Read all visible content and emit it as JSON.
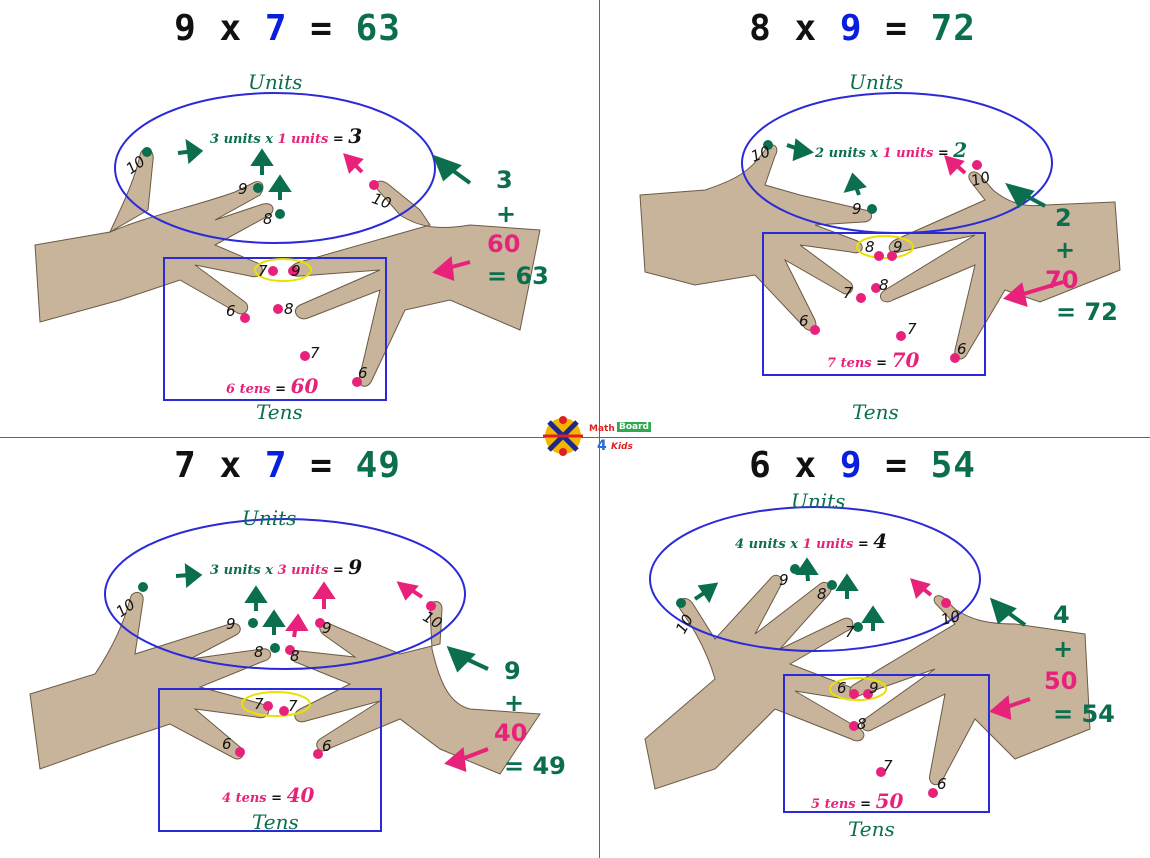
{
  "quadrants": [
    {
      "title": {
        "a": "9",
        "b": "7",
        "result": "63"
      },
      "units_label": "Units",
      "tens_label": "Tens",
      "units_eq": {
        "left_num": "3",
        "left_word": "units",
        "x": "x",
        "right_num": "1",
        "right_word": "units",
        "eq": "=",
        "result": "3"
      },
      "tens_eq": {
        "num": "6",
        "word": "tens",
        "eq": "=",
        "result": "60"
      },
      "side": {
        "units": "3",
        "plus": "+",
        "tens": "60",
        "total": "= 63"
      },
      "fingers_left": [
        "10",
        "9",
        "8"
      ],
      "fingers_right": [
        "10"
      ],
      "fingers_tens": [
        "7",
        "9",
        "6",
        "8",
        "7",
        "6"
      ]
    },
    {
      "title": {
        "a": "8",
        "b": "9",
        "result": "72"
      },
      "units_label": "Units",
      "tens_label": "Tens",
      "units_eq": {
        "left_num": "2",
        "left_word": "units",
        "x": "x",
        "right_num": "1",
        "right_word": "units",
        "eq": "=",
        "result": "2"
      },
      "tens_eq": {
        "num": "7",
        "word": "tens",
        "eq": "=",
        "result": "70"
      },
      "side": {
        "units": "2",
        "plus": "+",
        "tens": "70",
        "total": "= 72"
      },
      "fingers_left": [
        "10",
        "9"
      ],
      "fingers_right": [
        "10"
      ],
      "fingers_tens": [
        "8",
        "9",
        "7",
        "8",
        "6",
        "7",
        "6"
      ]
    },
    {
      "title": {
        "a": "7",
        "b": "7",
        "result": "49"
      },
      "units_label": "Units",
      "tens_label": "Tens",
      "units_eq": {
        "left_num": "3",
        "left_word": "units",
        "x": "x",
        "right_num": "3",
        "right_word": "units",
        "eq": "=",
        "result": "9"
      },
      "tens_eq": {
        "num": "4",
        "word": "tens",
        "eq": "=",
        "result": "40"
      },
      "side": {
        "units": "9",
        "plus": "+",
        "tens": "40",
        "total": "= 49"
      },
      "fingers_left": [
        "10",
        "9",
        "8"
      ],
      "fingers_right": [
        "10",
        "9",
        "8"
      ],
      "fingers_tens": [
        "7",
        "7",
        "6",
        "6"
      ]
    },
    {
      "title": {
        "a": "6",
        "b": "9",
        "result": "54"
      },
      "units_label": "Units",
      "tens_label": "Tens",
      "units_eq": {
        "left_num": "4",
        "left_word": "units",
        "x": "x",
        "right_num": "1",
        "right_word": "units",
        "eq": "=",
        "result": "4"
      },
      "tens_eq": {
        "num": "5",
        "word": "tens",
        "eq": "=",
        "result": "50"
      },
      "side": {
        "units": "4",
        "plus": "+",
        "tens": "50",
        "total": "= 54"
      },
      "fingers_left": [
        "10",
        "9",
        "8",
        "7"
      ],
      "fingers_right": [
        "10"
      ],
      "fingers_tens": [
        "6",
        "9",
        "8",
        "7",
        "6"
      ]
    }
  ],
  "logo": {
    "line1a": "Math",
    "line1b": "Board",
    "line2a": "4",
    "line2b": "Kids"
  },
  "colors": {
    "green": "#0b6e4f",
    "pink": "#e8227a",
    "blue": "#0a1ee0",
    "skin": "#c8b49a",
    "frame": "#2a2ad8"
  }
}
